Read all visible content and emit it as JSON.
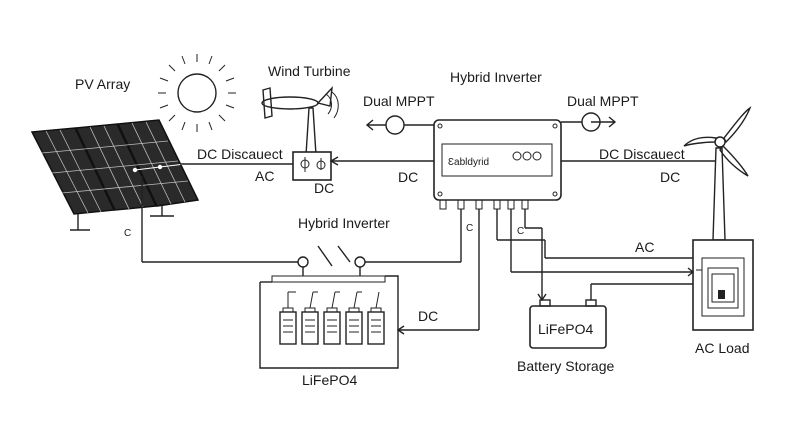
{
  "labels": {
    "pv_array": "PV Array",
    "wind_turbine": "Wind Turbine",
    "hybrid_inverter_top": "Hybrid Inverter",
    "dual_mppt_left": "Dual MPPT",
    "dual_mppt_right": "Dual MPPT",
    "dc_disconnect_left": "DC Discauect",
    "dc_disconnect_right": "DC Discauect",
    "ac_left": "AC",
    "dc_under_box": "DC",
    "dc_left_line": "DC",
    "dc_right_line": "DC",
    "ac_right": "AC",
    "hybrid_inverter_mid": "Hybrid Inverter",
    "dc_battery_line": "DC",
    "battery_bank": "LiFePO4",
    "battery_storage_inner": "LiFePO4",
    "battery_storage": "Battery Storage",
    "ac_load": "AC Load",
    "inverter_brand": "Ɛabldyrid",
    "c_left": "C",
    "c_mid": "C",
    "c_right": "C"
  }
}
